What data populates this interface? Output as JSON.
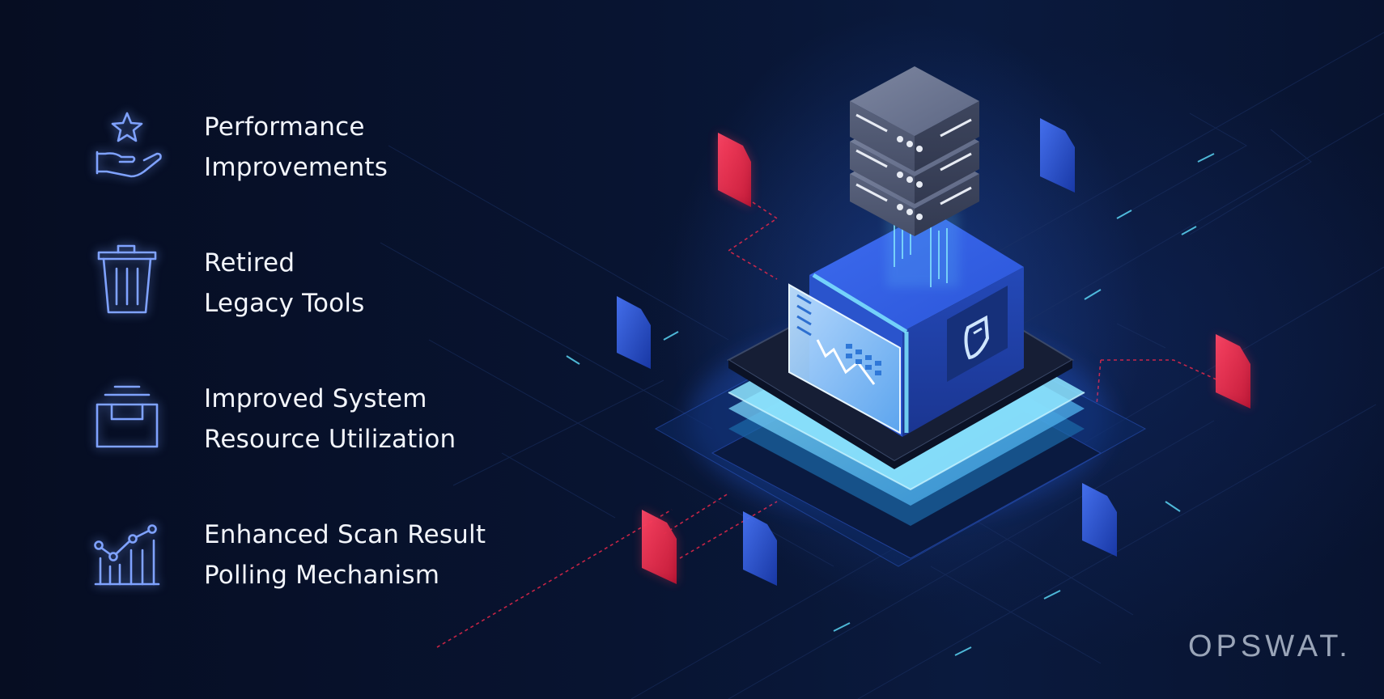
{
  "features": [
    {
      "icon": "hand-star-icon",
      "line1": "Performance",
      "line2": "Improvements"
    },
    {
      "icon": "trash-can-icon",
      "line1": "Retired",
      "line2": "Legacy Tools"
    },
    {
      "icon": "storage-box-icon",
      "line1": "Improved System",
      "line2": "Resource Utilization"
    },
    {
      "icon": "line-bar-chart-icon",
      "line1": "Enhanced Scan Result",
      "line2": "Polling Mechanism"
    }
  ],
  "brand": {
    "logo_text": "OPSWAT."
  },
  "colors": {
    "background": "#071026",
    "icon_stroke": "#7fa2ff",
    "text": "#f2f5fb",
    "accent_red": "#e8284a",
    "accent_blue": "#2a55e0",
    "accent_cyan": "#6fe3ff"
  }
}
